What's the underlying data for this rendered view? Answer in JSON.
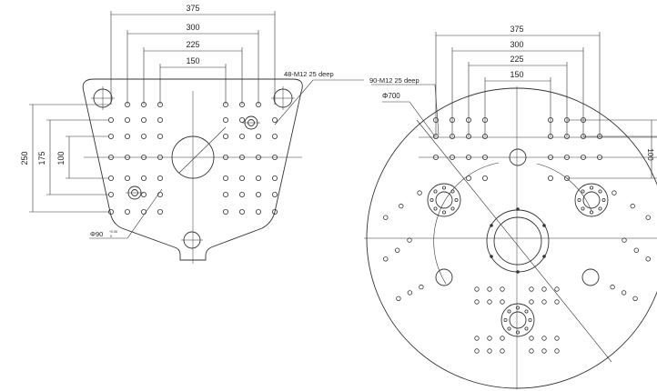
{
  "left_plate": {
    "dim_top": [
      "375",
      "300",
      "225",
      "150"
    ],
    "dim_left": [
      "250",
      "175",
      "100"
    ],
    "callout_thread": "48-M12 25 deep",
    "callout_bore": "Φ90",
    "callout_bore_tol_upper": "+0.05",
    "callout_bore_tol_lower": "0"
  },
  "right_plate": {
    "dim_top": [
      "375",
      "300",
      "225",
      "150"
    ],
    "dim_right_partial": "100",
    "callout_thread": "90-M12 25 deep",
    "callout_diameter": "Φ700"
  },
  "colors": {
    "line": "#333333",
    "background": "#ffffff"
  }
}
